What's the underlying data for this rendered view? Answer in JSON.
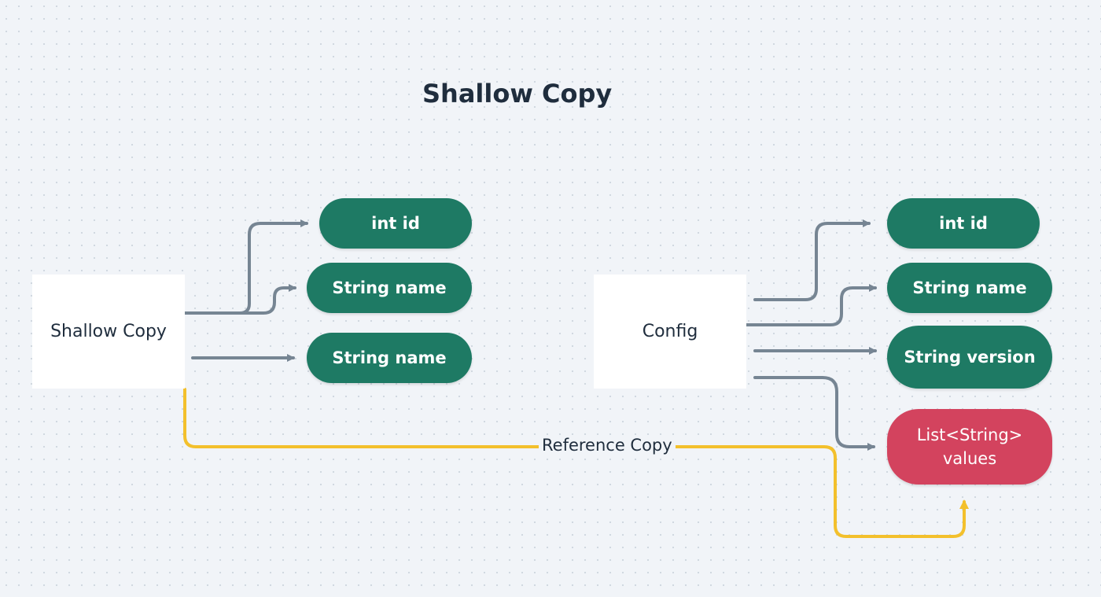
{
  "title": "Shallow Copy",
  "left": {
    "source": "Shallow Copy",
    "fields": [
      "int id",
      "String name",
      "String name"
    ]
  },
  "right": {
    "source": "Config",
    "fields": [
      "int id",
      "String name",
      "String version"
    ],
    "reference_field": "List<String>\nvalues"
  },
  "edge_label": "Reference Copy",
  "colors": {
    "field": "#1e7a64",
    "reference_field": "#d3435e",
    "wire": "#768593",
    "reference_wire": "#f3c02c"
  }
}
